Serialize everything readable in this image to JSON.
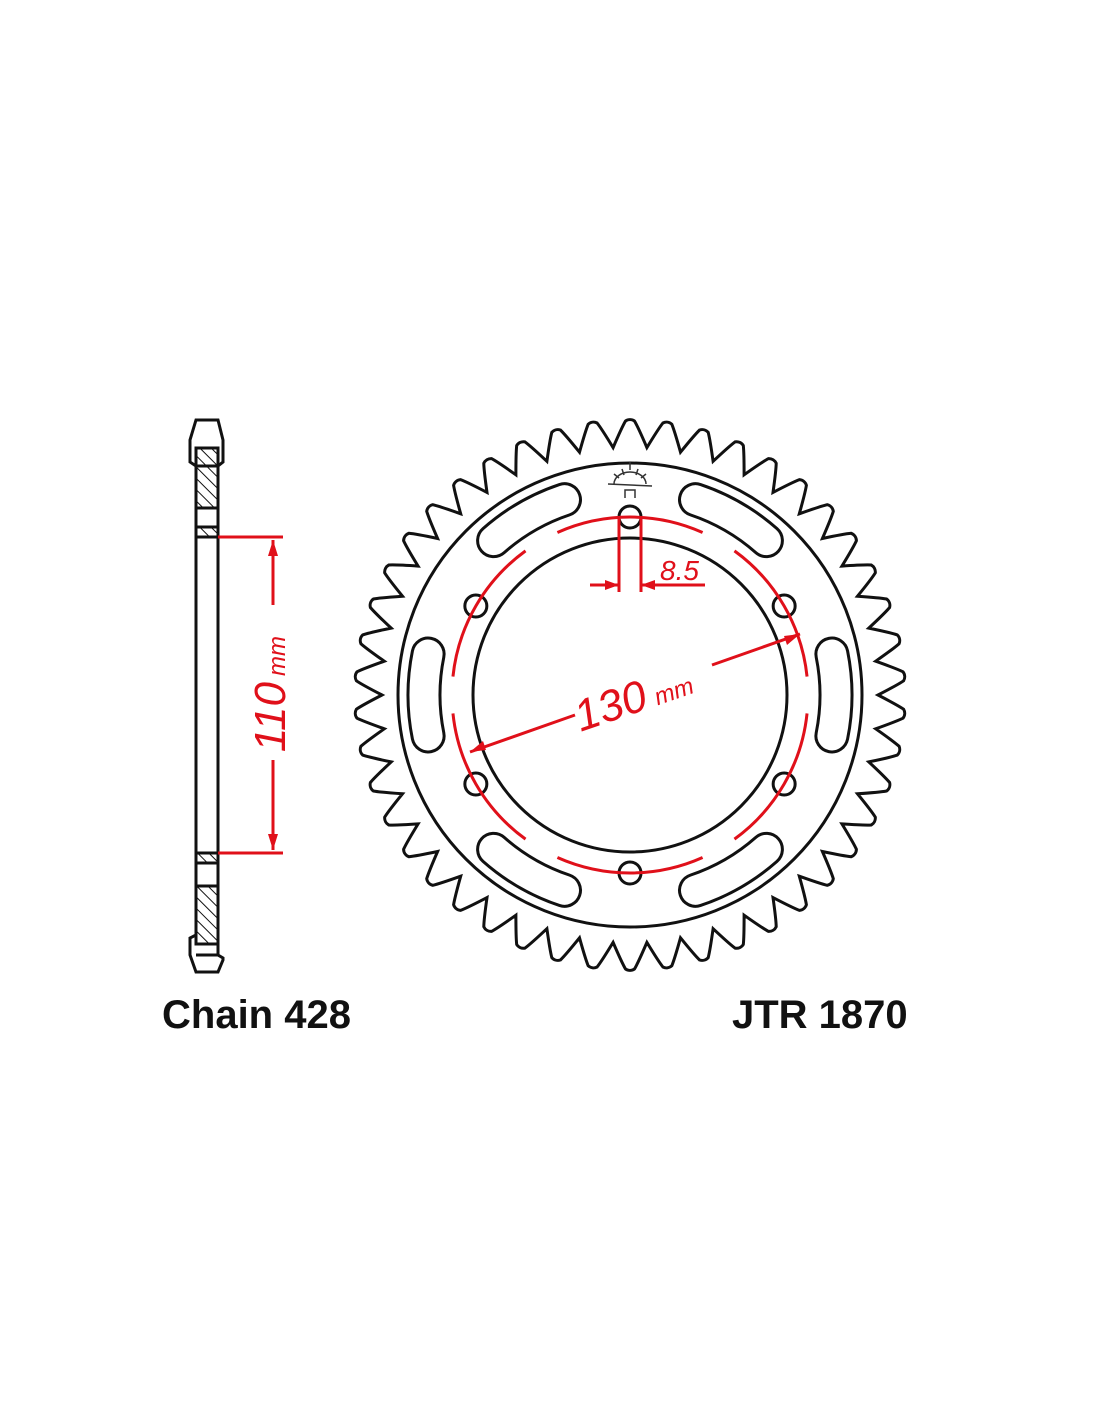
{
  "colors": {
    "outline": "#111111",
    "dimension": "#e0101a",
    "background": "#ffffff"
  },
  "side_view": {
    "dimension_value": "110",
    "dimension_unit": "mm"
  },
  "front_view": {
    "bolt_circle_value": "130",
    "bolt_circle_unit": "mm",
    "hole_dimension": "8.5",
    "bolt_holes": 6,
    "slots": 6
  },
  "labels": {
    "chain": "Chain 428",
    "part_number": "JTR 1870"
  },
  "logo_icon": "sun-logo-icon"
}
